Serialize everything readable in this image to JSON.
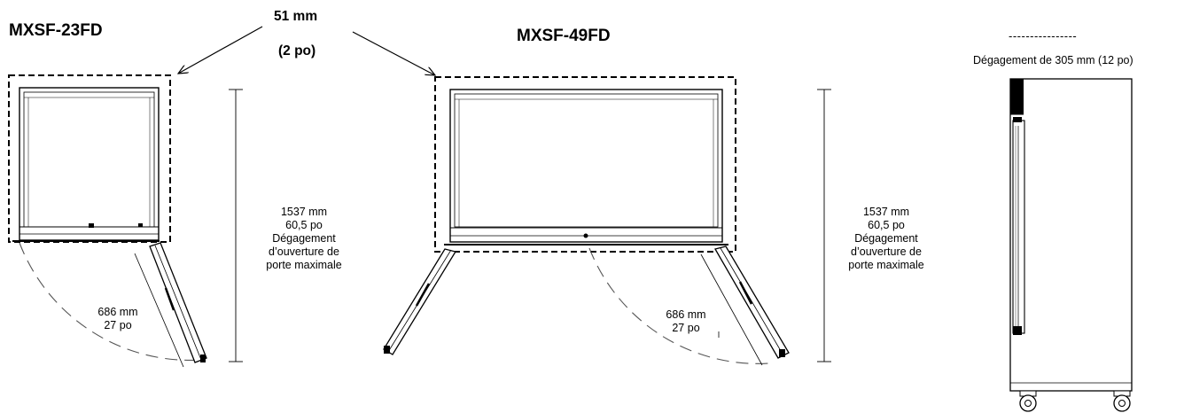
{
  "models": {
    "left": "MXSF-23FD",
    "center": "MXSF-49FD"
  },
  "clearance": {
    "line1": "51 mm",
    "line2": "(2 po)"
  },
  "height_label": {
    "line1": "1537 mm",
    "line2": "60,5 po",
    "line3": "Dégagement",
    "line4": "d’ouverture de",
    "line5": "porte maximale"
  },
  "door_label": {
    "line1": "686 mm",
    "line2": "27 po"
  },
  "side_view": {
    "dashes": "----------------",
    "clearance_text": "Dégagement de 305 mm (12 po)"
  },
  "colors": {
    "line": "#000000",
    "fill": "#ffffff",
    "muted": "#777777"
  }
}
